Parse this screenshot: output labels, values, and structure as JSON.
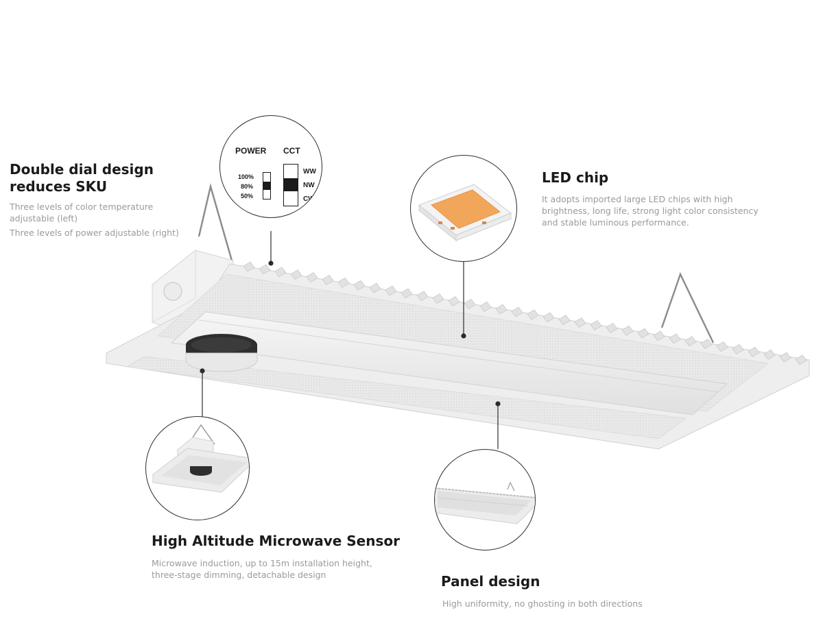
{
  "features": {
    "dial": {
      "title_line1": "Double dial design",
      "title_line2": "reduces SKU",
      "desc_line1": "Three levels of color temperature",
      "desc_line2": "adjustable (left)",
      "desc_line3": "Three levels of power adjustable (right)"
    },
    "led": {
      "title": "LED chip",
      "desc_line1": "It adopts imported large LED chips with high",
      "desc_line2": "brightness, long life, strong light color consistency",
      "desc_line3": "and stable luminous performance."
    },
    "sensor": {
      "title": "High Altitude Microwave Sensor",
      "desc_line1": "Microwave induction, up to 15m installation height,",
      "desc_line2": "three-stage dimming, detachable design"
    },
    "panel": {
      "title": "Panel design",
      "desc": "High uniformity, no ghosting in both directions"
    }
  },
  "dial_panel": {
    "power_label": "POWER",
    "cct_label": "CCT",
    "power_levels": [
      "100%",
      "80%",
      "50%"
    ],
    "cct_levels": [
      "WW",
      "NW",
      "CW"
    ]
  },
  "colors": {
    "heading": "#1a1a1a",
    "body": "#9a9a9a",
    "led_chip": "#f2a65a",
    "outline": "#2b2b2b"
  }
}
